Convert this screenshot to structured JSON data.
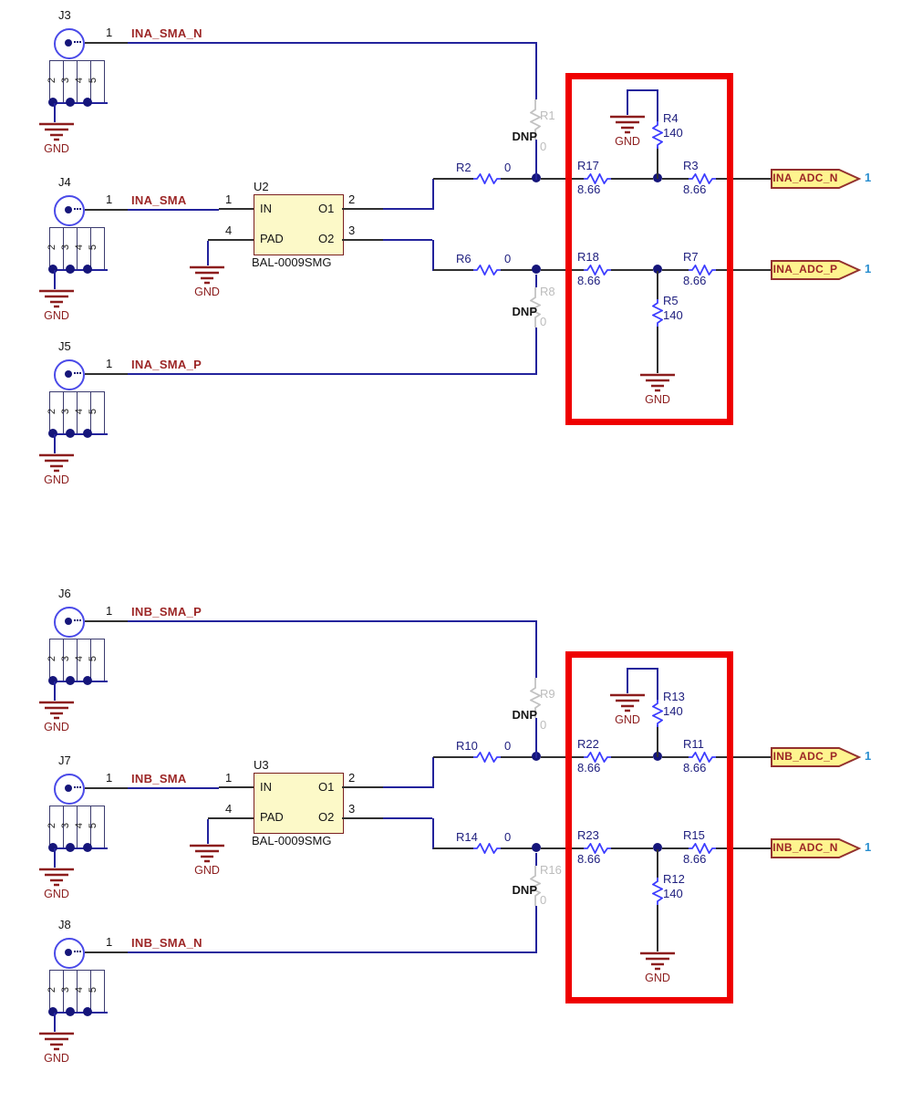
{
  "title": "Differential SMA input / balun / ADC termination schematic",
  "colors": {
    "wire": "#23239c",
    "pin_lead": "#303030",
    "resistor_symbol": "#3d3dff",
    "designator_text": "#20207f",
    "net_label_text": "#9c2626",
    "ground_symbol": "#8c1d1d",
    "component_fill": "#fcf9c8",
    "component_border": "#7a2020",
    "flag_fill": "#fef48f",
    "dnp_gray": "#bcbcbc",
    "highlight_box": "#ef0000",
    "port_number": "#2b8fd0"
  },
  "sections": [
    {
      "connectors": [
        {
          "ref": "J3",
          "pin1": "1",
          "net": "INA_SMA_N",
          "pins": [
            "2",
            "3",
            "4",
            "5"
          ],
          "gnd": "GND"
        },
        {
          "ref": "J4",
          "pin1": "1",
          "net": "INA_SMA",
          "pins": [
            "2",
            "3",
            "4",
            "5"
          ],
          "gnd": "GND"
        },
        {
          "ref": "J5",
          "pin1": "1",
          "net": "INA_SMA_P",
          "pins": [
            "2",
            "3",
            "4",
            "5"
          ],
          "gnd": "GND"
        }
      ],
      "balun": {
        "ref": "U2",
        "part": "BAL-0009SMG",
        "gnd": "GND",
        "pin_in": {
          "num": "1",
          "name": "IN"
        },
        "pin_pad": {
          "num": "4",
          "name": "PAD"
        },
        "pin_o1": {
          "num": "2",
          "name": "O1"
        },
        "pin_o2": {
          "num": "3",
          "name": "O2"
        }
      },
      "rows": [
        {
          "series_a": {
            "ref": "R2",
            "value": "0"
          },
          "series_b": {
            "ref": "R17",
            "value": "8.66"
          },
          "series_c": {
            "ref": "R3",
            "value": "8.66"
          },
          "dnp": {
            "label": "DNP",
            "ref": "R1",
            "value": "0"
          },
          "shunt": {
            "ref": "R4",
            "value": "140",
            "gnd": "GND"
          },
          "port": {
            "label": "INA_ADC_N",
            "pin": "1"
          }
        },
        {
          "series_a": {
            "ref": "R6",
            "value": "0"
          },
          "series_b": {
            "ref": "R18",
            "value": "8.66"
          },
          "series_c": {
            "ref": "R7",
            "value": "8.66"
          },
          "dnp": {
            "label": "DNP",
            "ref": "R8",
            "value": "0"
          },
          "shunt": {
            "ref": "R5",
            "value": "140",
            "gnd": "GND"
          },
          "port": {
            "label": "INA_ADC_P",
            "pin": "1"
          }
        }
      ]
    },
    {
      "connectors": [
        {
          "ref": "J6",
          "pin1": "1",
          "net": "INB_SMA_P",
          "pins": [
            "2",
            "3",
            "4",
            "5"
          ],
          "gnd": "GND"
        },
        {
          "ref": "J7",
          "pin1": "1",
          "net": "INB_SMA",
          "pins": [
            "2",
            "3",
            "4",
            "5"
          ],
          "gnd": "GND"
        },
        {
          "ref": "J8",
          "pin1": "1",
          "net": "INB_SMA_N",
          "pins": [
            "2",
            "3",
            "4",
            "5"
          ],
          "gnd": "GND"
        }
      ],
      "balun": {
        "ref": "U3",
        "part": "BAL-0009SMG",
        "gnd": "GND",
        "pin_in": {
          "num": "1",
          "name": "IN"
        },
        "pin_pad": {
          "num": "4",
          "name": "PAD"
        },
        "pin_o1": {
          "num": "2",
          "name": "O1"
        },
        "pin_o2": {
          "num": "3",
          "name": "O2"
        }
      },
      "rows": [
        {
          "series_a": {
            "ref": "R10",
            "value": "0"
          },
          "series_b": {
            "ref": "R22",
            "value": "8.66"
          },
          "series_c": {
            "ref": "R11",
            "value": "8.66"
          },
          "dnp": {
            "label": "DNP",
            "ref": "R9",
            "value": "0"
          },
          "shunt": {
            "ref": "R13",
            "value": "140",
            "gnd": "GND"
          },
          "port": {
            "label": "INB_ADC_P",
            "pin": "1"
          }
        },
        {
          "series_a": {
            "ref": "R14",
            "value": "0"
          },
          "series_b": {
            "ref": "R23",
            "value": "8.66"
          },
          "series_c": {
            "ref": "R15",
            "value": "8.66"
          },
          "dnp": {
            "label": "DNP",
            "ref": "R16",
            "value": "0"
          },
          "shunt": {
            "ref": "R12",
            "value": "140",
            "gnd": "GND"
          },
          "port": {
            "label": "INB_ADC_N",
            "pin": "1"
          }
        }
      ]
    }
  ]
}
